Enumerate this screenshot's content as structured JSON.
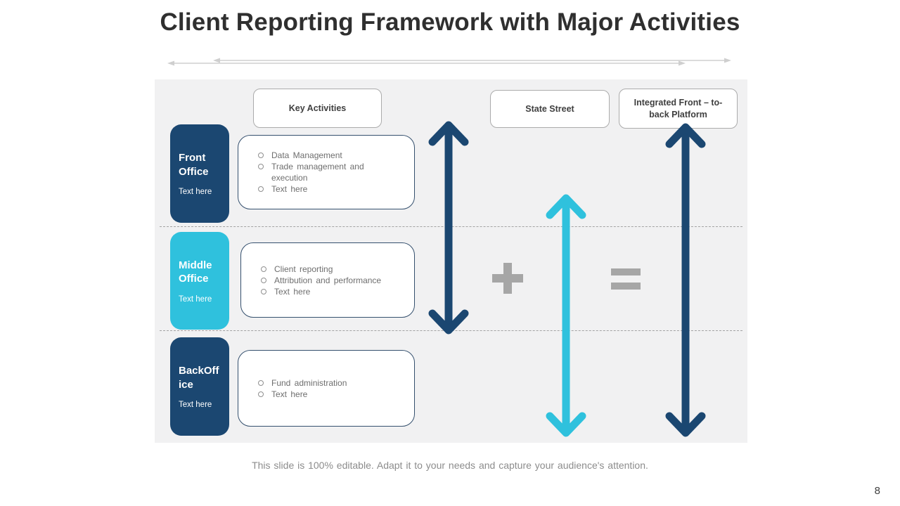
{
  "slide": {
    "title": "Client Reporting Framework with Major Activities",
    "footer": "This slide is 100% editable. Adapt it to your needs and capture your audience's attention.",
    "page_number": "8"
  },
  "headers": {
    "key_activities": "Key Activities",
    "state_street": "State Street",
    "integrated_platform": "Integrated Front – to-back Platform"
  },
  "rows": [
    {
      "label": "Front Office",
      "sublabel": "Text here",
      "color": "#1b4771",
      "items": [
        "Data Management",
        "Trade management and execution",
        "Text here"
      ]
    },
    {
      "label": "Middle Office",
      "sublabel": "Text here",
      "color": "#2fc1dd",
      "items": [
        "Client reporting",
        "Attribution and performance",
        "Text here"
      ]
    },
    {
      "label": "BackOffice",
      "sublabel": "Text here",
      "color": "#1b4771",
      "items": [
        "Fund administration",
        "Text here"
      ]
    }
  ],
  "icons": {
    "plus": "plus-icon",
    "equals": "equals-icon",
    "vertical_arrows": [
      "front-middle-vertical-arrow",
      "middle-back-vertical-arrow",
      "integrated-platform-vertical-arrow"
    ],
    "horizontal_arrows": "horizontal-double-arrows"
  },
  "colors": {
    "navy": "#1b4771",
    "cyan": "#2fc1dd",
    "operator_gray": "#a6a6a6",
    "panel_bg": "#f1f1f2",
    "arrow_light_gray": "#cfcfcf"
  }
}
